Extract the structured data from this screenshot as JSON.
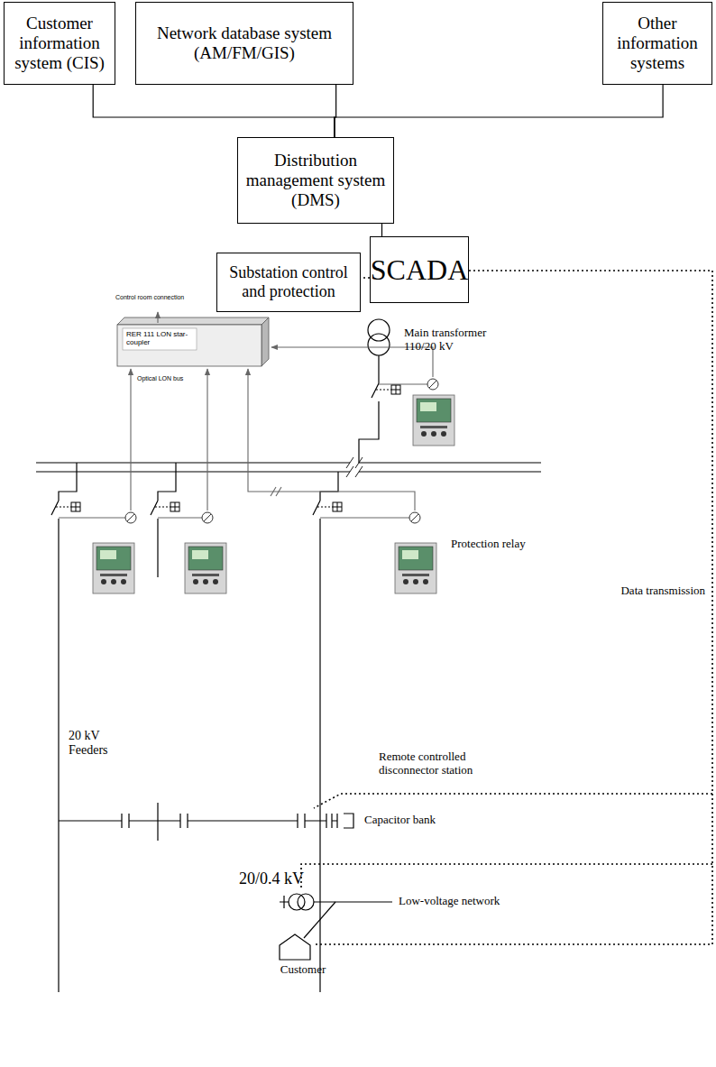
{
  "diagram": {
    "nodes": [
      {
        "text": [
          "Customer information system (CIS)"
        ]
      },
      {
        "text": [
          "Network database system (AM/FM/GIS)"
        ]
      },
      {
        "text": [
          "Other information systems"
        ]
      },
      {
        "text": [
          "Distribution management system (DMS)"
        ]
      },
      {
        "text": [
          "Substation control and protection"
        ]
      },
      {
        "text": [
          "SCADA"
        ]
      }
    ],
    "edges": [
      {
        "from": 0,
        "to": 3,
        "arrow": "none"
      },
      {
        "from": 1,
        "to": 3,
        "arrow": "none"
      },
      {
        "from": 2,
        "to": 3,
        "arrow": "none"
      },
      {
        "from": 3,
        "to": 5,
        "arrow": "none"
      },
      {
        "from": 5,
        "to": 4,
        "arrow": "none"
      }
    ],
    "labels": [
      "Control room connection",
      "RER 111 LON star-coupler",
      "Optical LON bus",
      "Main transformer 110/20 kV",
      "Protection relay",
      "Data transmission",
      "20 kV Feeders",
      "Remote controlled disconnector station",
      "Capacitor bank",
      "20/0.4 kV",
      "Low-voltage network",
      "Customer"
    ]
  }
}
